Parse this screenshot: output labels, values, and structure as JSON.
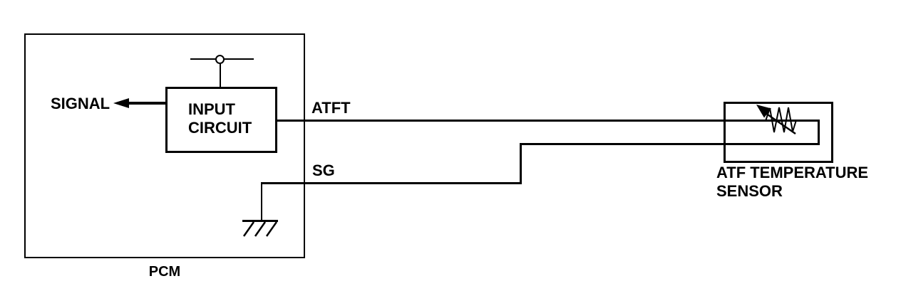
{
  "colors": {
    "background": "#ffffff",
    "line": "#000000",
    "text": "#000000"
  },
  "pcm": {
    "label": "PCM",
    "signal_label": "SIGNAL",
    "input_circuit": {
      "line1": "INPUT",
      "line2": "CIRCUIT"
    }
  },
  "wires": {
    "atft": {
      "label": "ATFT"
    },
    "sg": {
      "label": "SG"
    }
  },
  "sensor": {
    "label_line1": "ATF TEMPERATURE",
    "label_line2": "SENSOR"
  },
  "icons": {
    "signal_arrow": "left-arrow",
    "test_point": "test-point-circle",
    "ground": "ground-symbol",
    "thermistor": "thermistor-symbol"
  }
}
